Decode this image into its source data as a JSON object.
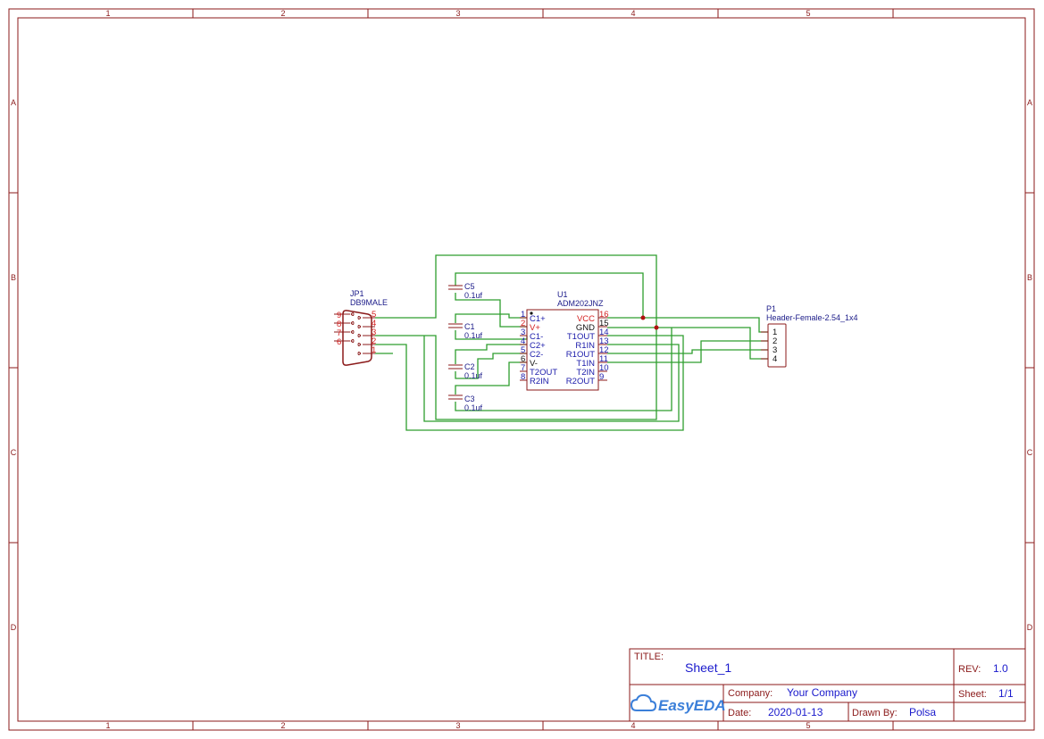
{
  "frame": {
    "columns": [
      "1",
      "2",
      "3",
      "4",
      "5"
    ],
    "rows": [
      "A",
      "B",
      "C",
      "D"
    ]
  },
  "components": {
    "jp1": {
      "ref": "JP1",
      "value": "DB9MALE",
      "left_pins": [
        "9",
        "8",
        "7",
        "6"
      ],
      "right_pins": [
        "5",
        "4",
        "3",
        "2",
        "1"
      ]
    },
    "u1": {
      "ref": "U1",
      "value": "ADM202JNZ",
      "left": [
        {
          "num": "1",
          "name": "C1+"
        },
        {
          "num": "2",
          "name": "V+"
        },
        {
          "num": "3",
          "name": "C1-"
        },
        {
          "num": "4",
          "name": "C2+"
        },
        {
          "num": "5",
          "name": "C2-"
        },
        {
          "num": "6",
          "name": "V-"
        },
        {
          "num": "7",
          "name": "T2OUT"
        },
        {
          "num": "8",
          "name": "R2IN"
        }
      ],
      "right": [
        {
          "num": "16",
          "name": "VCC"
        },
        {
          "num": "15",
          "name": "GND"
        },
        {
          "num": "14",
          "name": "T1OUT"
        },
        {
          "num": "13",
          "name": "R1IN"
        },
        {
          "num": "12",
          "name": "R1OUT"
        },
        {
          "num": "11",
          "name": "T1IN"
        },
        {
          "num": "10",
          "name": "T2IN"
        },
        {
          "num": "9",
          "name": "R2OUT"
        }
      ]
    },
    "c5": {
      "ref": "C5",
      "value": "0.1uf"
    },
    "c1": {
      "ref": "C1",
      "value": "0.1uf"
    },
    "c2": {
      "ref": "C2",
      "value": "0.1uf"
    },
    "c3": {
      "ref": "C3",
      "value": "0.1uf"
    },
    "p1": {
      "ref": "P1",
      "value": "Header-Female-2.54_1x4",
      "pins": [
        "1",
        "2",
        "3",
        "4"
      ]
    }
  },
  "title_block": {
    "title_label": "TITLE:",
    "title": "Sheet_1",
    "rev_label": "REV:",
    "rev": "1.0",
    "company_label": "Company:",
    "company": "Your Company",
    "sheet_label": "Sheet:",
    "sheet": "1/1",
    "date_label": "Date:",
    "date": "2020-01-13",
    "drawn_label": "Drawn By:",
    "drawn": "Polsa",
    "logo": "EasyEDA",
    "logo_icon": "cloud-icon"
  },
  "colors": {
    "frame": "#8b1a1a",
    "wire": "#2e9e2e",
    "pin_power": "#d42020",
    "pin_signal": "#1a1aaa",
    "logo": "#3b7fd9"
  }
}
